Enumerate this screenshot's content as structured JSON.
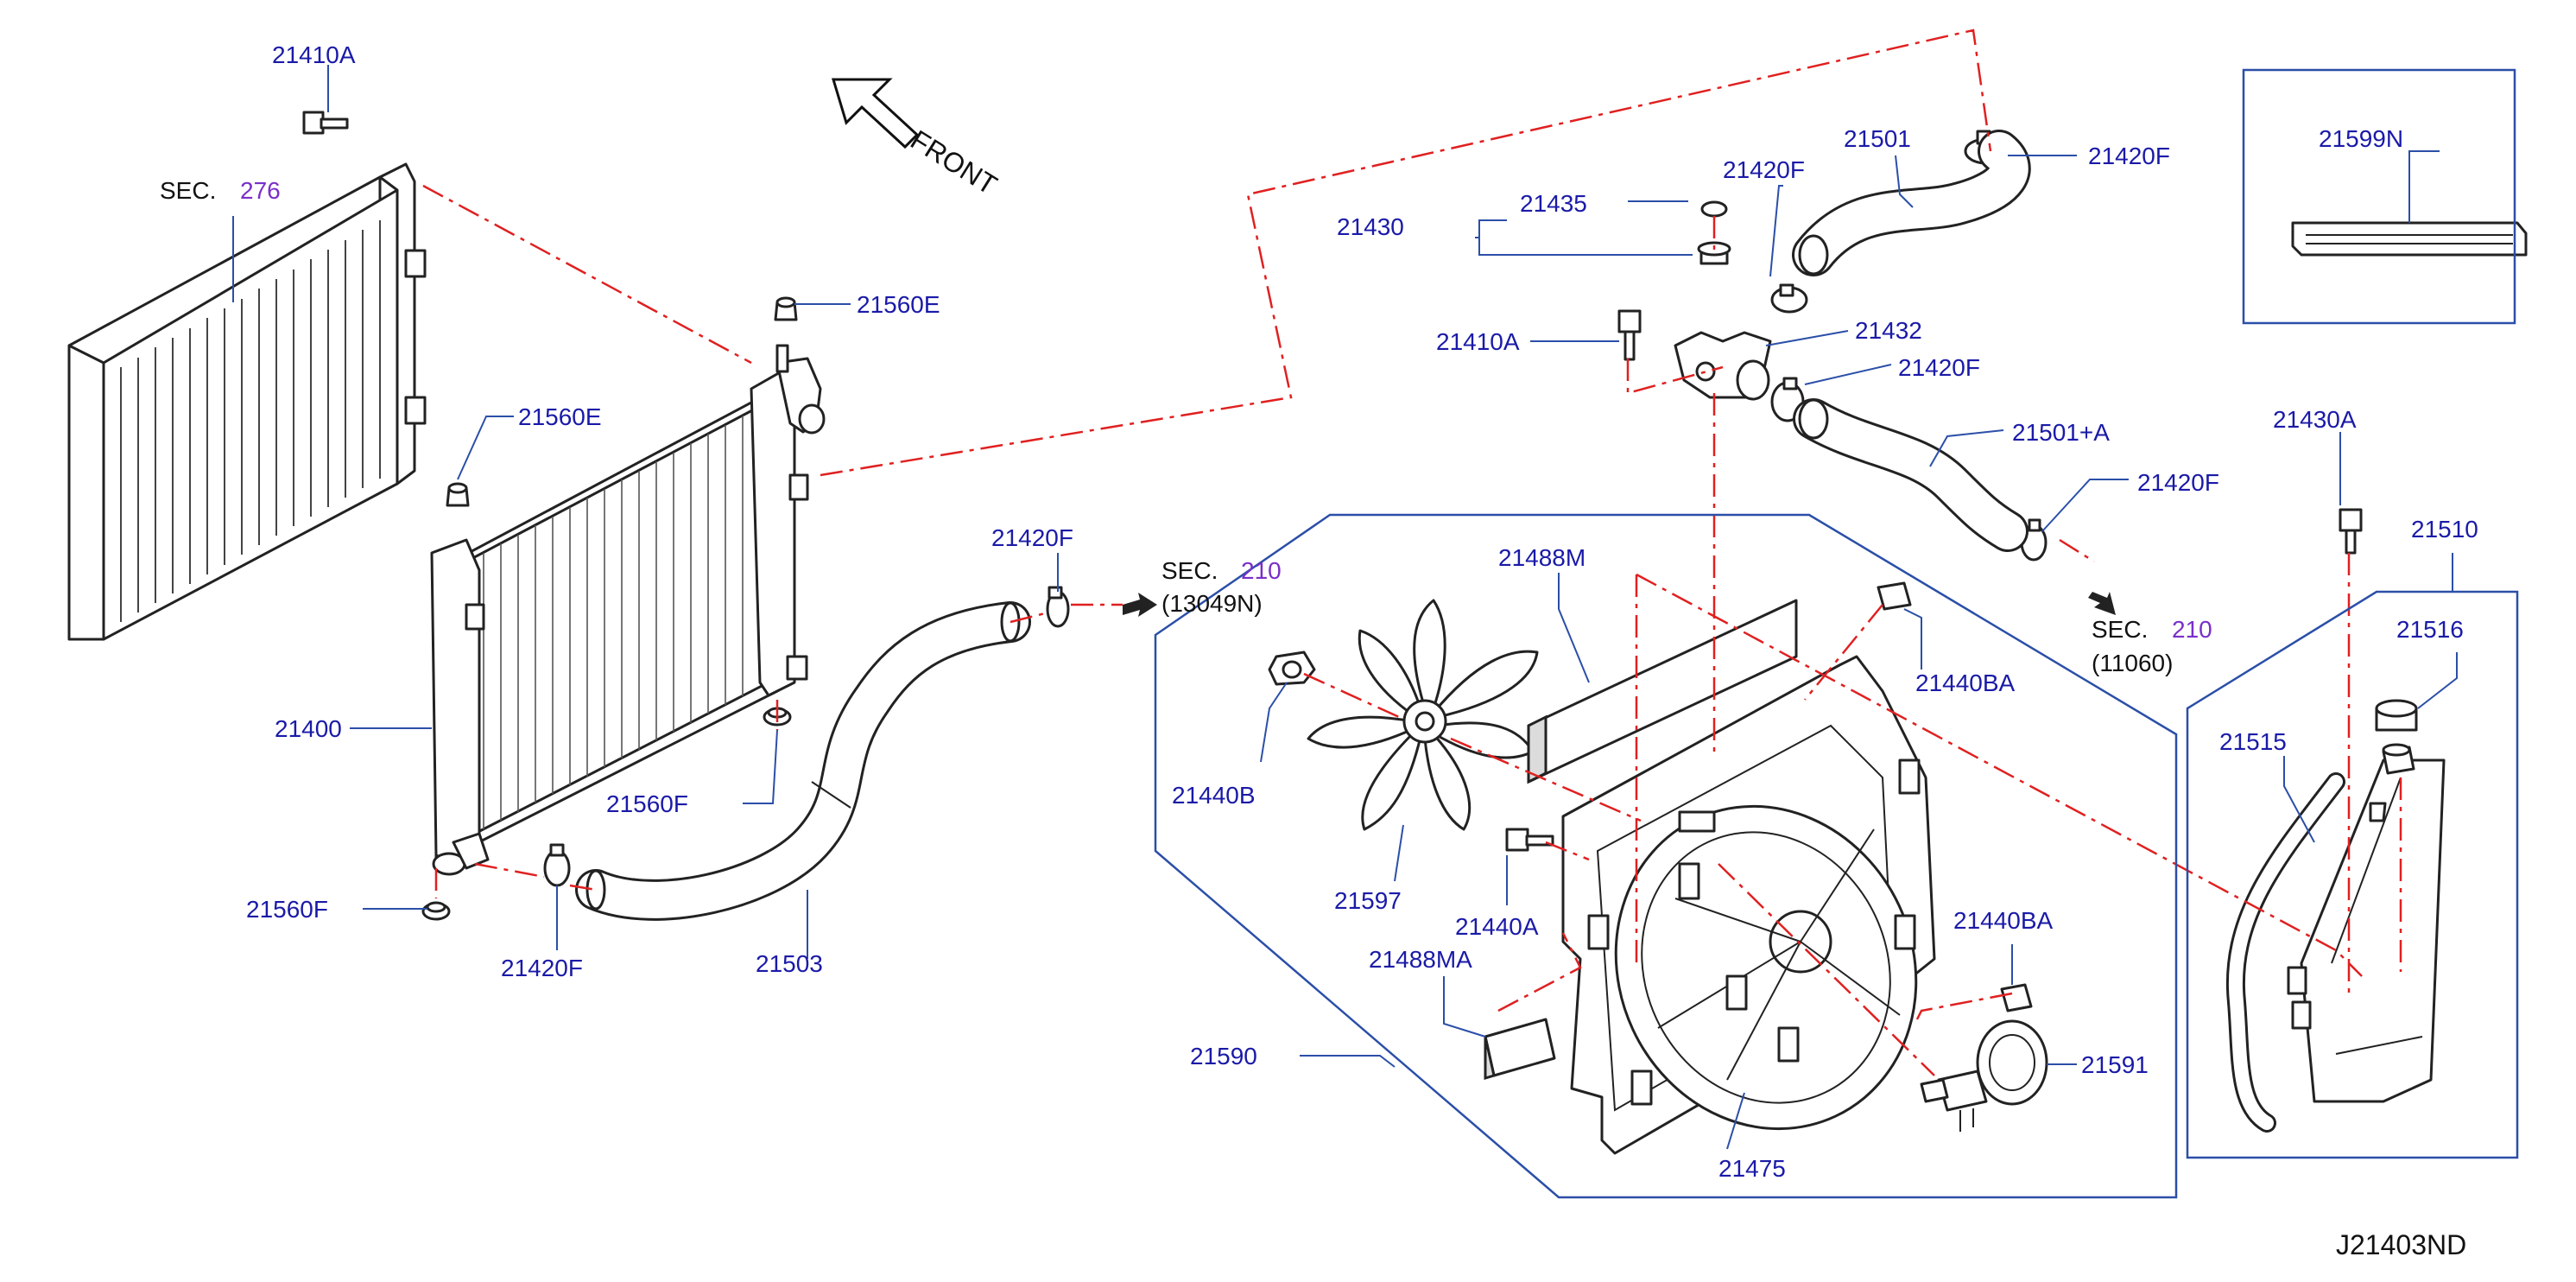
{
  "diagram_code": "J21403ND",
  "front_label": "FRONT",
  "colors": {
    "label": "#1a1aa8",
    "section_ref": "#7a2fc8",
    "leader": "#2b4fa8",
    "centerline": "#e02020"
  },
  "parts": {
    "p21410A_top": "21410A",
    "p21410A_mid": "21410A",
    "p21560E_top": "21560E",
    "p21560E_left": "21560E",
    "p21400": "21400",
    "p21560F_mid": "21560F",
    "p21560F_bottom": "21560F",
    "p21420F_bottom": "21420F",
    "p21420F_hose": "21420F",
    "p21420F_top": "21420F",
    "p21420F_thermo": "21420F",
    "p21420F_mid": "21420F",
    "p21420F_right": "21420F",
    "p21503": "21503",
    "p21430": "21430",
    "p21435": "21435",
    "p21501": "21501",
    "p21432": "21432",
    "p21501A": "21501+A",
    "p21599N": "21599N",
    "p21430A": "21430A",
    "p21510": "21510",
    "p21516": "21516",
    "p21515": "21515",
    "p21488M": "21488M",
    "p21440BA_top": "21440BA",
    "p21440BA_bottom": "21440BA",
    "p21440B": "21440B",
    "p21597": "21597",
    "p21440A": "21440A",
    "p21488MA": "21488MA",
    "p21590": "21590",
    "p21591": "21591",
    "p21475": "21475"
  },
  "section_refs": {
    "sec276": {
      "prefix": "SEC.",
      "number": "276"
    },
    "sec210_a": {
      "prefix": "SEC.",
      "number": "210",
      "sub": "(13049N)"
    },
    "sec210_b": {
      "prefix": "SEC.",
      "number": "210",
      "sub": "(11060)"
    }
  }
}
